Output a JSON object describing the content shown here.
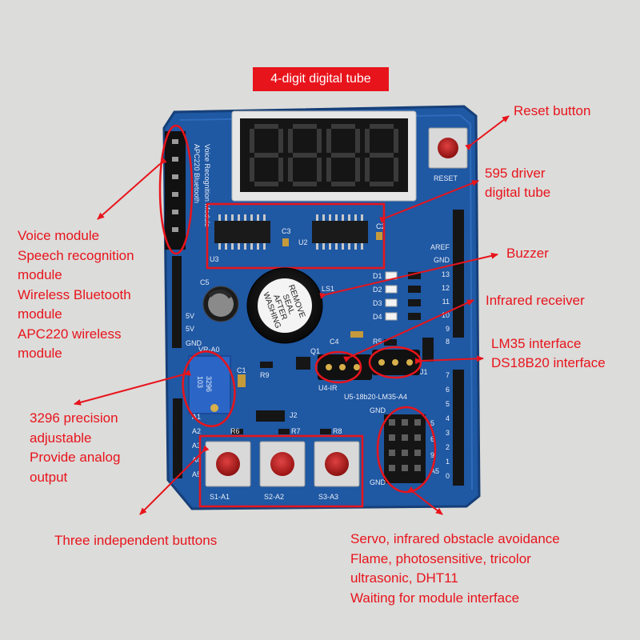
{
  "title": "4-digit digital tube",
  "annotations": {
    "reset": "Reset button",
    "driver": [
      "595 driver",
      "digital tube"
    ],
    "buzzer": "Buzzer",
    "ir_receiver": "Infrared receiver",
    "lm35": "LM35 interface",
    "ds18b20": "DS18B20 interface",
    "voice_module": [
      "Voice module",
      "Speech recognition",
      "module",
      "Wireless Bluetooth",
      "module",
      "APC220 wireless",
      "module"
    ],
    "potentiometer": [
      "3296 precision",
      "adjustable",
      "Provide analog",
      "output"
    ],
    "buttons": "Three independent buttons",
    "interfaces": [
      "Servo, infrared obstacle avoidance",
      "Flame, photosensitive, tricolor",
      "ultrasonic, DHT11",
      "Waiting for module interface"
    ]
  },
  "board": {
    "side_header": [
      "APC220 Bluetooth",
      "Voice Recognition Module"
    ],
    "reset_label": "RESET",
    "ic_labels": [
      "U3",
      "C3",
      "U2",
      "C2"
    ],
    "buzzer_label": "LS1",
    "buzzer_sticker": [
      "REMOVE",
      "SEAL",
      "AFTER",
      "WASHING"
    ],
    "led_labels": [
      "D1",
      "D2",
      "D3",
      "D4"
    ],
    "right_header_top": [
      "AREF",
      "GND",
      "13",
      "12",
      "11",
      "10",
      "9",
      "8"
    ],
    "right_header_bottom": [
      "7",
      "6",
      "5",
      "4",
      "3",
      "2",
      "1",
      "0"
    ],
    "left_power": [
      "5V",
      "5V",
      "GND"
    ],
    "left_analog": [
      "A1",
      "A2",
      "A3",
      "A4",
      "A5"
    ],
    "cap_label": "C5",
    "pot_label": "VR-A0",
    "pot_body": [
      "3296",
      "103"
    ],
    "misc_labels": [
      "C1",
      "R9",
      "Q1",
      "C4",
      "R5",
      "J1",
      "J2",
      "R6",
      "R7",
      "R8"
    ],
    "sensor_labels": [
      "U4-IR",
      "U5-18b20-LM35-A4"
    ],
    "button_labels": [
      "S1-A1",
      "S2-A2",
      "S3-A3"
    ],
    "header_gnd": [
      "GND",
      "GND"
    ],
    "header_nums": [
      "5",
      "6",
      "9",
      "A5"
    ]
  },
  "colors": {
    "pcb": "#1f58a3",
    "annotation": "#e8141c",
    "background": "#dcdcda"
  }
}
